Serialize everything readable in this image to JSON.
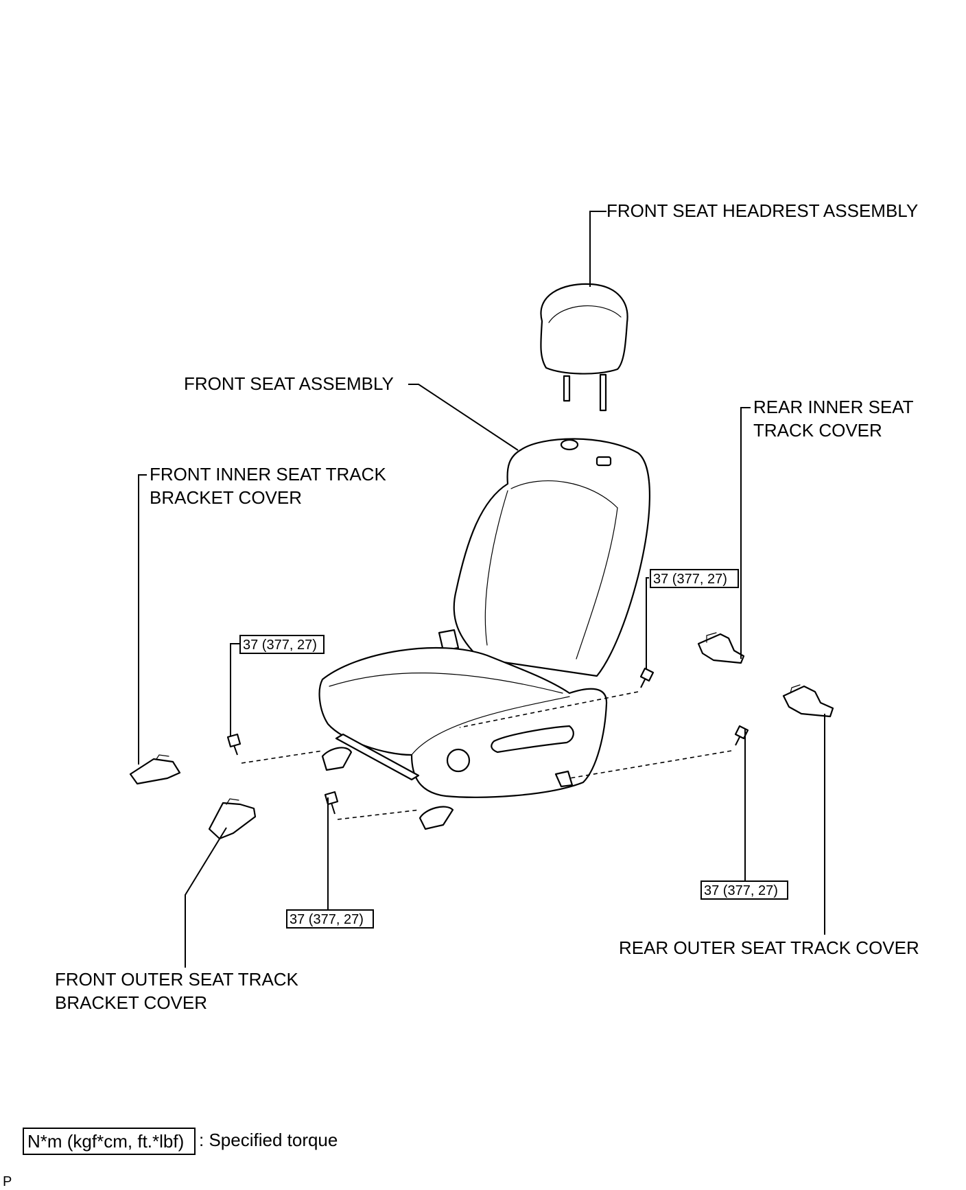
{
  "labels": {
    "headrest": "FRONT SEAT HEADREST ASSEMBLY",
    "seat": "FRONT SEAT ASSEMBLY",
    "front_inner_1": "FRONT INNER SEAT TRACK",
    "front_inner_2": "BRACKET COVER",
    "rear_inner_1": "REAR INNER SEAT",
    "rear_inner_2": "TRACK COVER",
    "front_outer_1": "FRONT OUTER SEAT TRACK",
    "front_outer_2": "BRACKET COVER",
    "rear_outer": "REAR OUTER SEAT TRACK COVER"
  },
  "torque": {
    "front_inner_bolt": "37 (377, 27)",
    "rear_inner_bolt": "37 (377, 27)",
    "front_outer_bolt": "37 (377, 27)",
    "rear_outer_bolt": "37 (377, 27)"
  },
  "legend": {
    "unit": "N*m (kgf*cm, ft.*lbf)",
    "description": ": Specified torque"
  },
  "corner_mark": "P"
}
